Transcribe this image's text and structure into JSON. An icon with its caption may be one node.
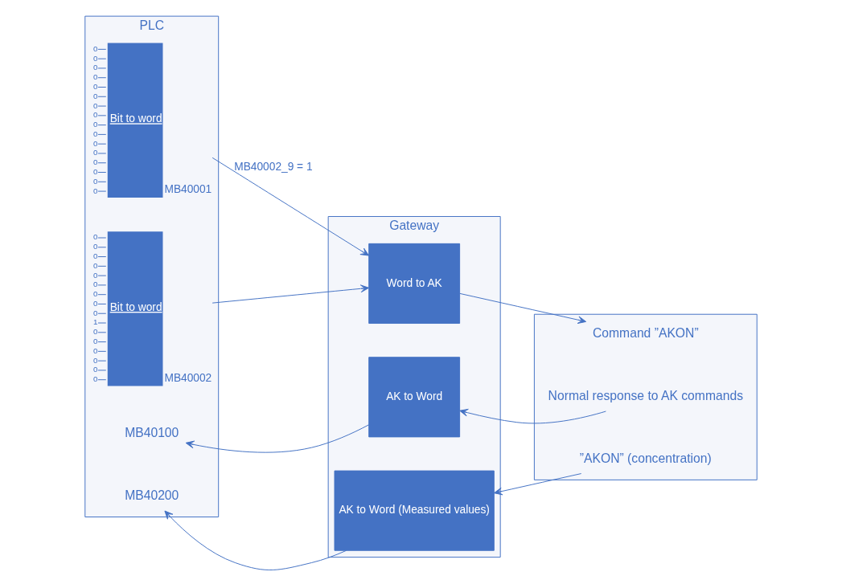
{
  "diagram": {
    "nodes": [
      {
        "text": [
          "PLC"
        ]
      },
      {
        "text": [
          "Bit to word"
        ],
        "in": 0,
        "beside": [
          "0",
          "0",
          "0",
          "0",
          "0",
          "0",
          "0",
          "0",
          "0",
          "0",
          "0",
          "0",
          "0",
          "0",
          "0",
          "0",
          "MB40001"
        ]
      },
      {
        "text": [
          "Bit to word"
        ],
        "in": 0,
        "beside": [
          "0",
          "0",
          "0",
          "0",
          "0",
          "0",
          "0",
          "0",
          "0",
          "1",
          "0",
          "0",
          "0",
          "0",
          "0",
          "0",
          "MB40002"
        ]
      },
      {
        "text": [
          "Gateway"
        ]
      },
      {
        "text": [
          "Word to AK"
        ],
        "in": 3
      },
      {
        "text": [
          "AK to Word"
        ],
        "in": 3
      },
      {
        "text": [
          "AK to Word (Measured values)"
        ],
        "in": 3
      },
      {
        "text": [],
        "shape": "box"
      },
      {
        "text": [
          "Command ”AKON”"
        ],
        "in": 7
      },
      {
        "text": [
          "Normal response to AK commands"
        ],
        "in": 7
      },
      {
        "text": [
          "”AKON” (concentration)"
        ],
        "in": 7
      },
      {
        "text": [
          "MB40100"
        ],
        "in": 0
      },
      {
        "text": [
          "MB40200"
        ],
        "in": 0
      }
    ],
    "edges": [
      {
        "from": 1,
        "to": 4,
        "arrow": "to",
        "label": "MB40002_9 = 1"
      },
      {
        "from": 2,
        "to": 4,
        "arrow": "to"
      },
      {
        "from": 4,
        "to": 8,
        "arrow": "to"
      },
      {
        "from": 9,
        "to": 5,
        "arrow": "to"
      },
      {
        "from": 5,
        "to": 11,
        "arrow": "to"
      },
      {
        "from": 10,
        "to": 6,
        "arrow": "to"
      },
      {
        "from": 6,
        "to": 12,
        "arrow": "to"
      }
    ]
  }
}
